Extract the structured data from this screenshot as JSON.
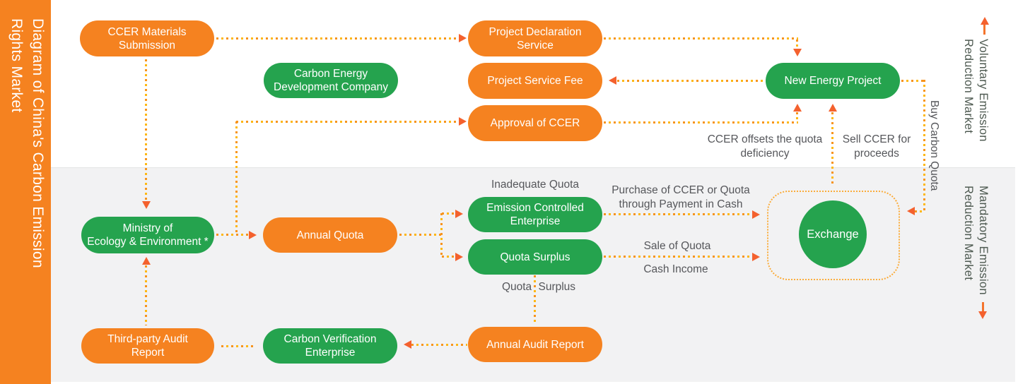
{
  "title": {
    "line1": "Diagram of China's Carbon Emission",
    "line2": "Rights Market"
  },
  "markets": {
    "voluntary": {
      "line1": "Voluntary Emission",
      "line2": "Reduction Market"
    },
    "mandatory": {
      "line1": "Mandatory Emission",
      "line2": "Reduction Market"
    }
  },
  "nodes": {
    "ccer_materials": "CCER Materials\nSubmission",
    "project_declaration": "Project Declaration\nService",
    "project_service_fee": "Project Service Fee",
    "approval_ccer": "Approval of CCER",
    "carbon_energy": "Carbon Energy\nDevelopment Company",
    "new_energy": "New Energy Project",
    "ministry": "Ministry of\nEcology & Environment *",
    "annual_quota": "Annual Quota",
    "emission_controlled": "Emission Controlled\nEnterprise",
    "quota_surplus": "Quota Surplus",
    "annual_audit": "Annual Audit Report",
    "third_party": "Third-party Audit\nReport",
    "carbon_verification": "Carbon Verification\nEnterprise",
    "exchange": "Exchange"
  },
  "annotations": {
    "inadequate_quota": "Inadequate Quota",
    "purchase": "Purchase of CCER or Quota\nthrough Payment in Cash",
    "sale_of_quota": "Sale of Quota",
    "cash_income": "Cash Income",
    "quota_surplus": "Quota Surplus",
    "ccer_offsets": "CCER offsets the quota\ndeficiency",
    "sell_ccer": "Sell CCER for\nproceeds",
    "buy_carbon_quota": "Buy Carbon Quota"
  },
  "colors": {
    "orange": "#F58220",
    "green": "#25A34E",
    "dot_orange": "#F7941D",
    "dot_yellow": "#FDB813",
    "arrowhead": "#F4612E",
    "annotation_text": "#56575B",
    "panel_gray": "#F2F2F3"
  }
}
